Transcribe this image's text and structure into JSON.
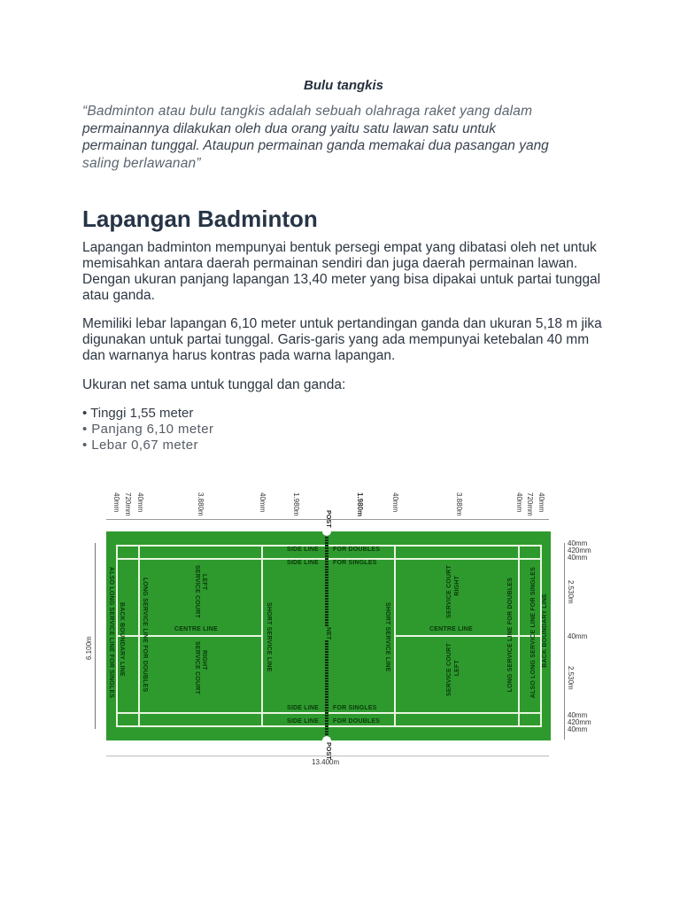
{
  "document": {
    "title": "Bulu tangkis",
    "quote": {
      "line1": "“Badminton atau bulu tangkis adalah sebuah olahraga raket yang dalam",
      "line2": "permainannya dilakukan oleh dua orang yaitu satu lawan satu untuk",
      "line3": "permainan tunggal. Ataupun permainan ganda memakai dua pasangan yang",
      "line4": "saling berlawanan”"
    },
    "heading": "Lapangan Badminton",
    "paragraphs": [
      "Lapangan badminton mempunyai bentuk persegi empat yang dibatasi oleh net untuk memisahkan antara daerah permainan sendiri dan juga daerah permainan lawan. Dengan ukuran panjang lapangan 13,40 meter yang bisa dipakai untuk partai tunggal atau ganda.",
      "Memiliki lebar lapangan 6,10 meter untuk pertandingan ganda dan ukuran 5,18 m jika digunakan untuk partai tunggal. Garis-garis yang ada mempunyai ketebalan 40 mm dan warnanya harus kontras pada warna lapangan.",
      "Ukuran net sama untuk tunggal dan ganda:"
    ],
    "bullets": [
      "• Tinggi 1,55 meter",
      "• Panjang 6,10 meter",
      "• Lebar 0,67 meter"
    ]
  },
  "diagram": {
    "court_color": "#2e9a2e",
    "line_color": "#e8f5e0",
    "top_dimensions": [
      "40mm",
      "720mm",
      "40mm",
      "3.880m",
      "40mm",
      "1.980m",
      "1.980m",
      "40mm",
      "3.880m",
      "40mm",
      "720mm",
      "40mm"
    ],
    "right_dimensions": [
      "40mm",
      "420mm",
      "40mm",
      "2.530m",
      "40mm",
      "2.530m",
      "40mm",
      "420mm",
      "40mm"
    ],
    "width_label": "6.100m",
    "length_label": "13.400m",
    "labels": {
      "post": "POST",
      "net": "NET",
      "side_line": "SIDE LINE",
      "for_doubles": "FOR DOUBLES",
      "for_singles": "FOR SINGLES",
      "centre_line": "CENTRE LINE",
      "short_service_line": "SHORT SERVICE LINE",
      "long_service_doubles": "LONG SERVICE LINE FOR DOUBLES",
      "back_boundary": "BACK BOUNDARY LINE",
      "also_long_service_singles": "ALSO LONG SERVICE LINE FOR SINGLES",
      "left_service_court_1": "LEFT",
      "right_service_court_1": "RIGHT",
      "service_court": "SERVICE COURT"
    }
  }
}
